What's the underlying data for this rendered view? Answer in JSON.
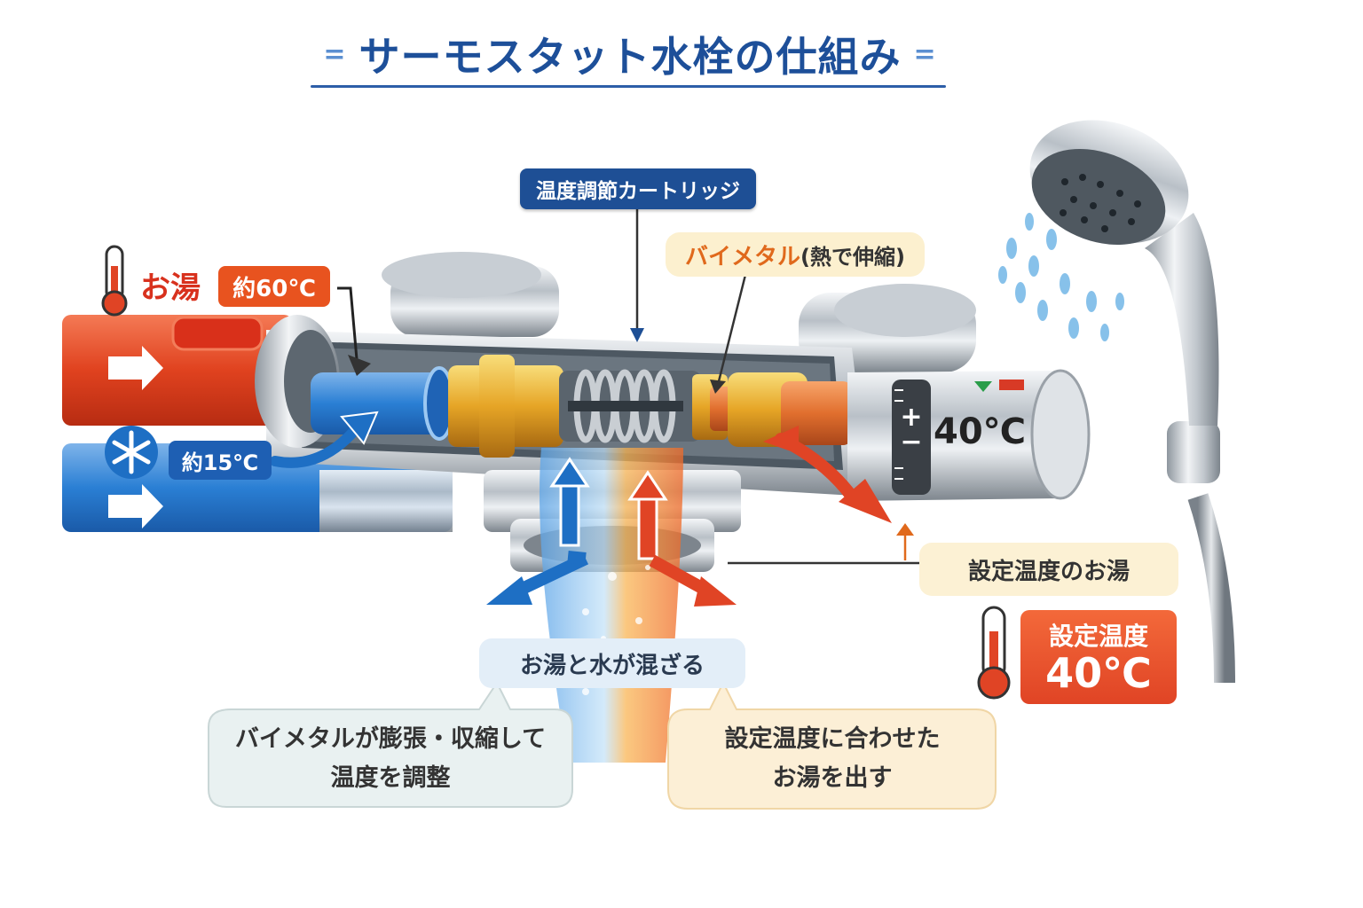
{
  "title": "サーモスタット水栓の仕組み",
  "title_decor": "=",
  "labels": {
    "cartridge": "温度調節カートリッジ",
    "bimetal_main": "バイメタル",
    "bimetal_note": "(熱で伸縮)",
    "hot_water": "お湯",
    "hot_temp": "約60℃",
    "cold_temp": "約15℃",
    "mixing": "お湯と水が混ざる",
    "set_hot_water": "設定温度のお湯",
    "set_temp_label": "設定温度",
    "set_temp_value": "40℃",
    "dial_value": "40℃",
    "dial_plus": "+",
    "dial_minus": "−"
  },
  "bubbles": {
    "left_line1": "バイメタルが膨張・収縮して",
    "left_line2": "温度を調整",
    "right_line1": "設定温度に合わせた",
    "right_line2": "お湯を出す"
  },
  "colors": {
    "title": "#1d4f99",
    "hot": "#e04425",
    "cold": "#1e6fc4",
    "navy": "#1e4f95",
    "brass": "#e7a92a"
  },
  "icons": [
    "thermometer-icon",
    "snowflake-icon",
    "arrow-right-icon",
    "shower-head-icon"
  ]
}
